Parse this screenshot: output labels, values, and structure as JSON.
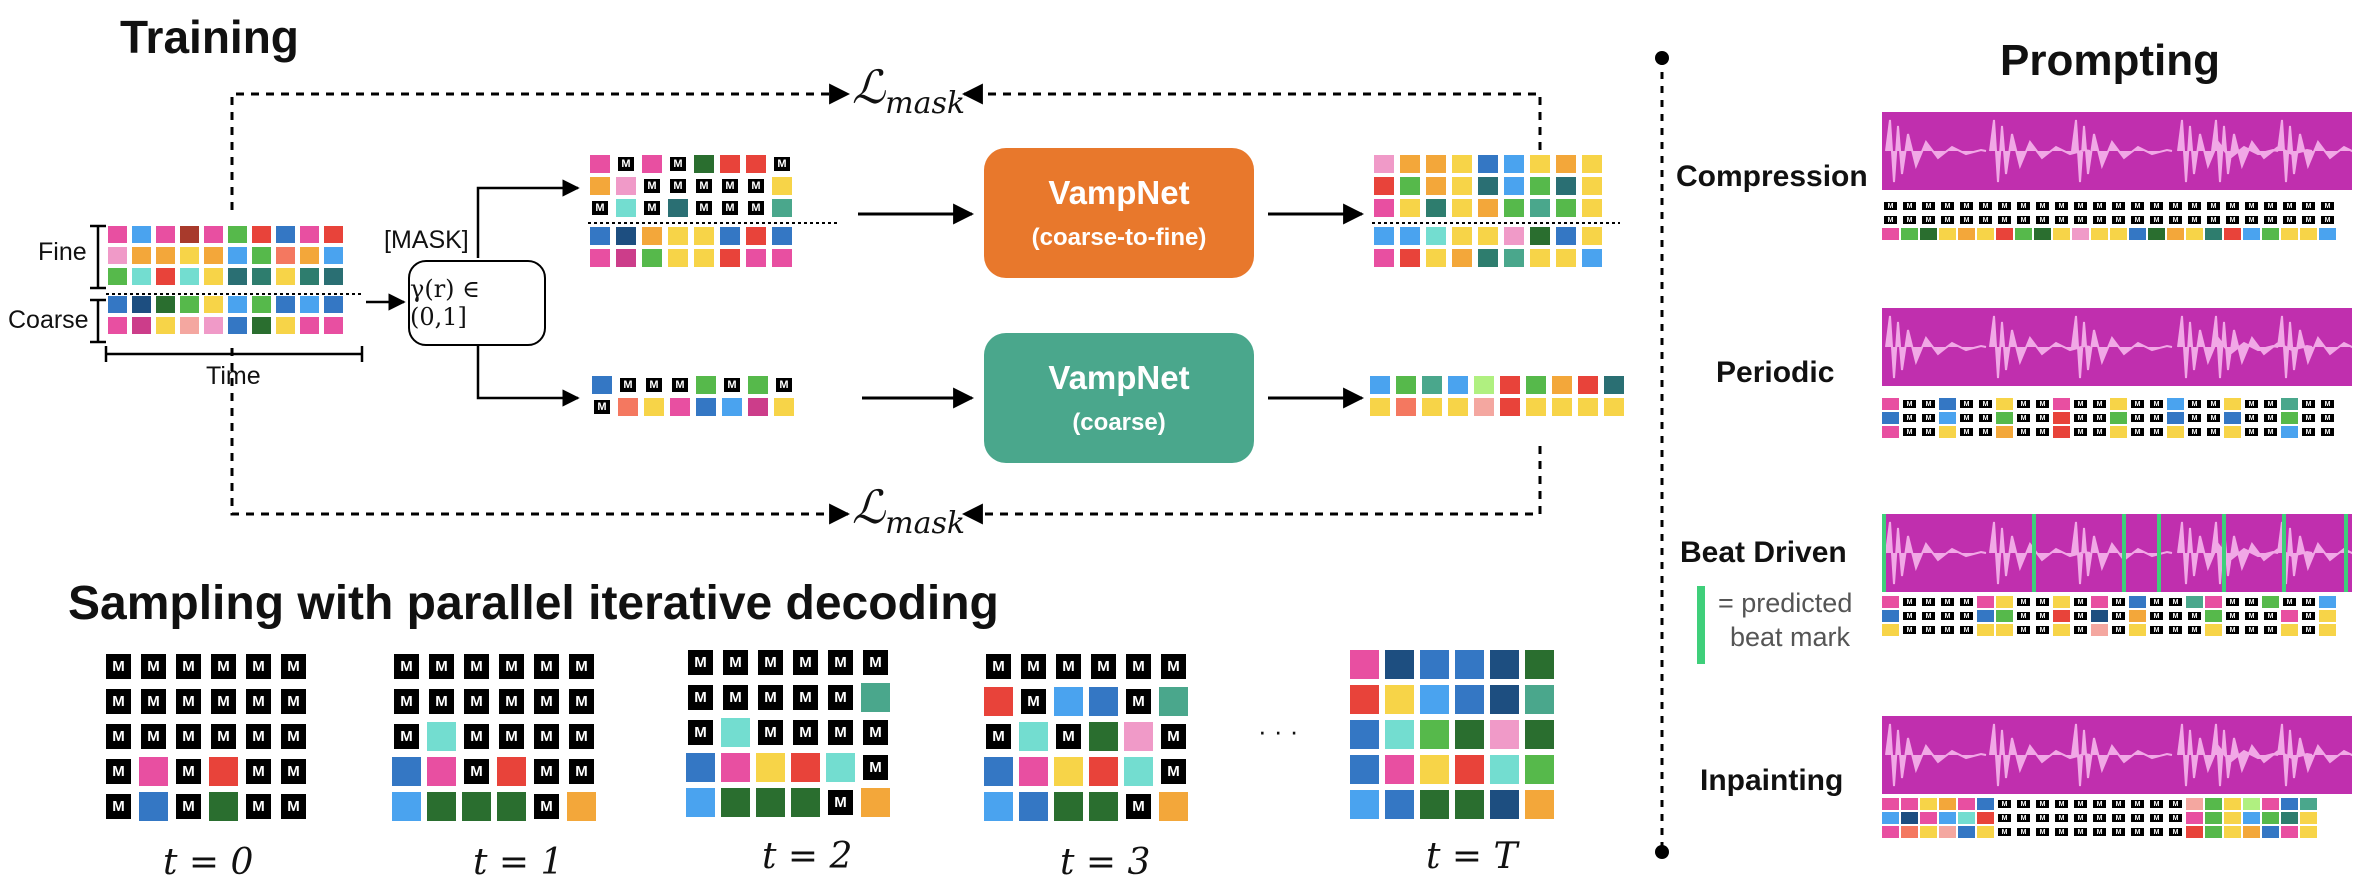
{
  "colors": {
    "orange": "#e8782c",
    "teal": "#4aa78c",
    "wave": "#c02fae",
    "wave_light": "#f1a8e6",
    "beat": "#3fcf7a",
    "mask": "#000000"
  },
  "training": {
    "title": "Training",
    "fine_label": "Fine",
    "coarse_label": "Coarse",
    "time_label": "Time",
    "mask_label": "[MASK]",
    "gamma_label": "γ(r) ∈ (0,1]",
    "loss_symbol": "ℒ",
    "loss_sub": "mask",
    "model_top_name": "VampNet",
    "model_top_sub": "(coarse-to-fine)",
    "model_bottom_name": "VampNet",
    "model_bottom_sub": "(coarse)"
  },
  "sampling": {
    "title": "Sampling with parallel iterative decoding",
    "ellipsis": "· · ·",
    "steps": [
      "t = 0",
      "t = 1",
      "t = 2",
      "t = 3",
      "t = T"
    ]
  },
  "prompting": {
    "title": "Prompting",
    "items": [
      "Compression",
      "Periodic",
      "Beat Driven",
      "Inpainting"
    ],
    "legend_line1": "= predicted",
    "legend_line2": "beat mark"
  },
  "mask_glyph": "M"
}
